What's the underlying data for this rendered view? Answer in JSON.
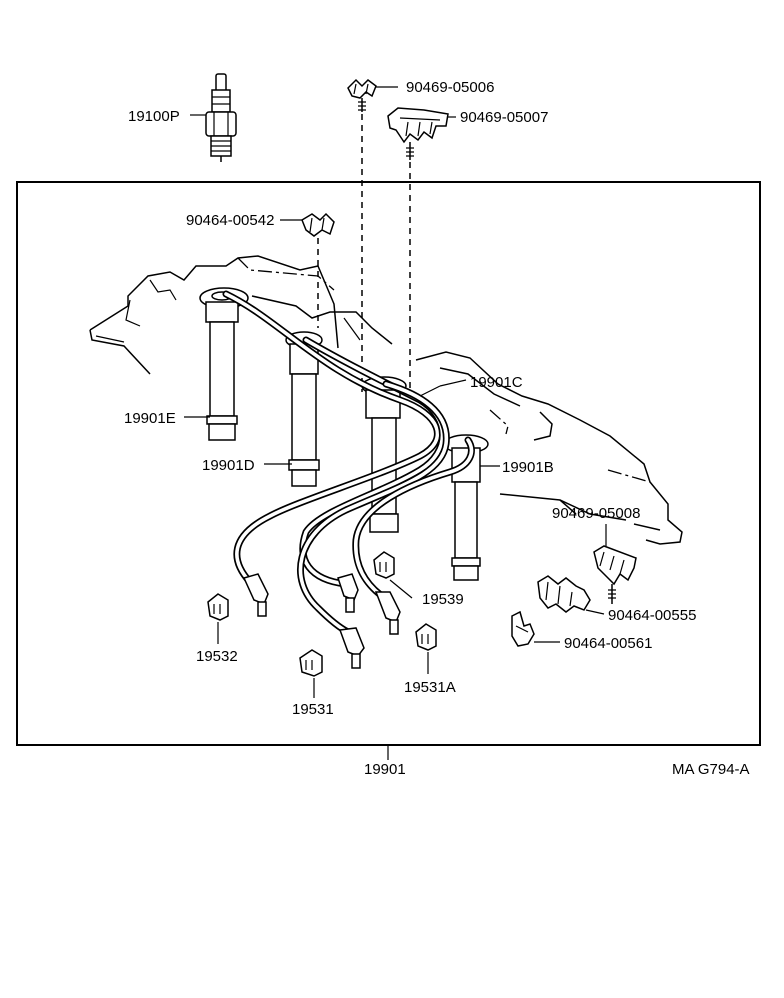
{
  "labels": {
    "spark_plug": "19100P",
    "clamp_05006": "90469-05006",
    "clamp_05007": "90469-05007",
    "clamp_00542": "90464-00542",
    "cord_c": "19901C",
    "cord_e": "19901E",
    "cord_d": "19901D",
    "cord_b": "19901B",
    "clamp_05008": "90469-05008",
    "holder_19539": "19539",
    "clamp_00555": "90464-00555",
    "clamp_00561": "90464-00561",
    "holder_19532": "19532",
    "holder_19531a": "19531A",
    "holder_19531": "19531",
    "cord_set": "19901",
    "figure_code": "MA G794-A"
  }
}
